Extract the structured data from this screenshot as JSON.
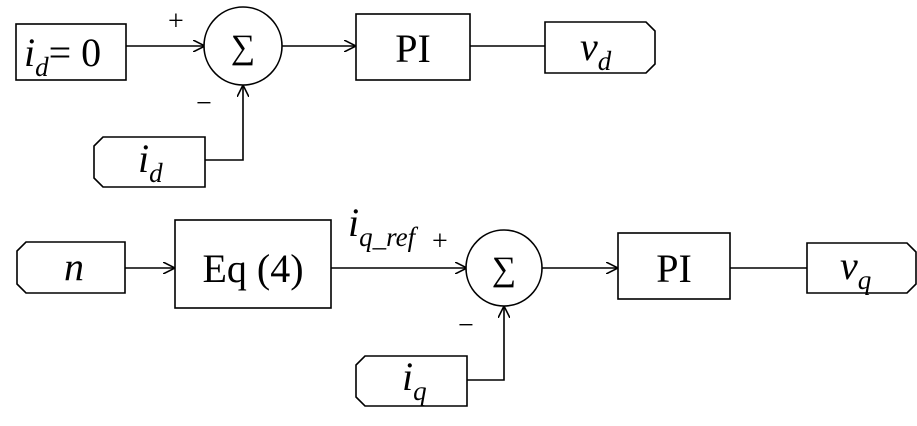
{
  "colors": {
    "stroke": "#000000",
    "background": "#ffffff"
  },
  "d_loop": {
    "reference_block": {
      "var": "i",
      "sub": "d",
      "rest": "= 0"
    },
    "feedback_port": {
      "var": "i",
      "sub": "d"
    },
    "summer": {
      "symbol": "∑",
      "plus": "+",
      "minus": "−"
    },
    "controller": {
      "label": "PI"
    },
    "output_port": {
      "var": "v",
      "sub": "d"
    }
  },
  "q_loop": {
    "input_port": {
      "var": "n"
    },
    "equation_block": {
      "label": "Eq (4)"
    },
    "reference_signal": {
      "var": "i",
      "sub": "q_ref"
    },
    "feedback_port": {
      "var": "i",
      "sub": "q"
    },
    "summer": {
      "symbol": "∑",
      "plus": "+",
      "minus": "−"
    },
    "controller": {
      "label": "PI"
    },
    "output_port": {
      "var": "v",
      "sub": "q"
    }
  }
}
